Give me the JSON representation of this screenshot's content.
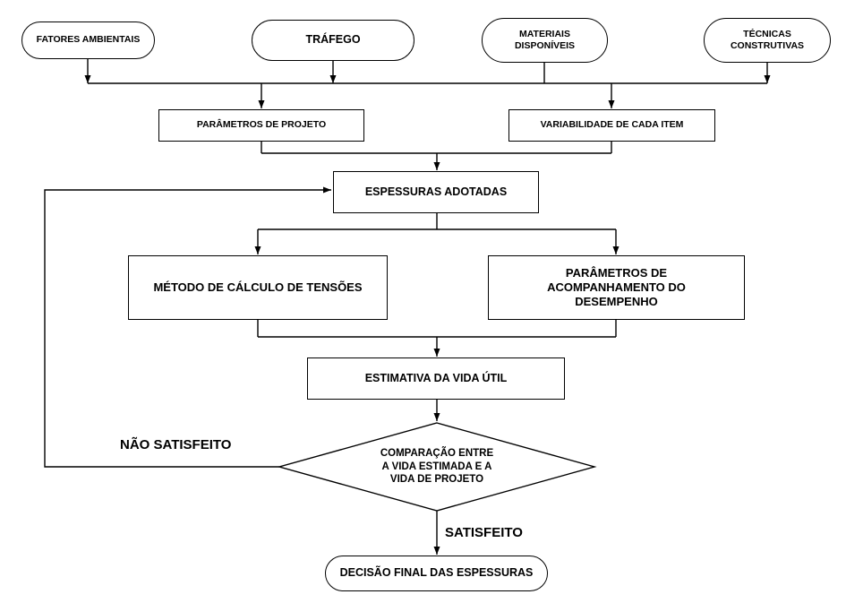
{
  "nodes": {
    "fatores_ambientais": "FATORES AMBIENTAIS",
    "trafego": "TRÁFEGO",
    "materiais_disponiveis": "MATERIAIS\nDISPONÍVEIS",
    "tecnicas_construtivas": "TÉCNICAS\nCONSTRUTIVAS",
    "parametros_projeto": "PARÂMETROS DE PROJETO",
    "variabilidade": "VARIABILIDADE DE CADA ITEM",
    "espessuras_adotadas": "ESPESSURAS ADOTADAS",
    "metodo_calculo": "MÉTODO DE CÁLCULO DE TENSÕES",
    "parametros_acompanhamento": "PARÂMETROS DE\nACOMPANHAMENTO DO\nDESEMPENHO",
    "estimativa_vida": "ESTIMATIVA DA VIDA ÚTIL",
    "comparacao": "COMPARAÇÃO ENTRE\nA VIDA ESTIMADA E A\nVIDA DE PROJETO",
    "decisao_final": "DECISÃO FINAL DAS ESPESSURAS"
  },
  "edge_labels": {
    "nao_satisfeito": "NÃO SATISFEITO",
    "satisfeito": "SATISFEITO"
  }
}
